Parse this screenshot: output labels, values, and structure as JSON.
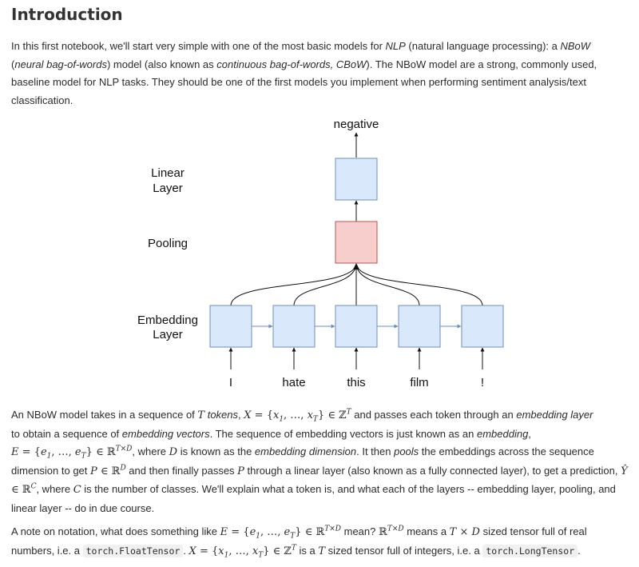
{
  "title": "Introduction",
  "intro": {
    "t1": "In this first notebook, we'll start very simple with one of the most basic models for ",
    "e1": "NLP",
    "t2": " (natural language processing): a ",
    "e2": "NBoW",
    "t3": " (",
    "e3": "neural bag-of-words",
    "t4": ") model (also known as ",
    "e4": "continuous bag-of-words, CBoW",
    "t5": "). The NBoW model are a strong, commonly used, baseline model for NLP tasks. They should be one of the first models you implement when performing sentiment analysis/text classification."
  },
  "diagram": {
    "output_label": "negative",
    "layer_labels": {
      "linear_1": "Linear",
      "linear_2": "Layer",
      "pooling": "Pooling",
      "embedding_1": "Embedding",
      "embedding_2": "Layer"
    },
    "tokens": [
      "I",
      "hate",
      "this",
      "film",
      "!"
    ],
    "colors": {
      "box_blue": "#dae8fc",
      "box_blue_border": "#6c8ebf",
      "box_red": "#f8cecc",
      "box_red_border": "#b85450"
    }
  },
  "para2": {
    "t1": "An NBoW model takes in a sequence of ",
    "e1": "tokens",
    "t2": " and passes each token through an ",
    "e2": "embedding layer",
    "t3": " to obtain a sequence of ",
    "e3": "embedding vectors",
    "t4": ". The sequence of embedding vectors is just known as an ",
    "e4": "embedding",
    "t5": ", where ",
    "t6": " is known as the ",
    "e5": "embedding dimension",
    "t7": ". It then ",
    "e6": "pools",
    "t8": " the embeddings across the sequence dimension to get ",
    "t9": " and then finally passes ",
    "t10": " through a linear layer (also known as a fully connected layer), to get a prediction, ",
    "t11": ", where ",
    "t12": " is the number of classes. We'll explain what a token is, and what each of the layers -- embedding layer, pooling, and linear layer -- do in due course."
  },
  "para3": {
    "t1": "A note on notation, what does something like ",
    "t2": " mean? ",
    "t3": " means a ",
    "t4": " sized tensor full of real numbers, i.e. a ",
    "code1": "torch.FloatTensor",
    "t5": ". ",
    "t6": " is a ",
    "t7": " sized tensor full of integers, i.e. a ",
    "code2": "torch.LongTensor",
    "t8": "."
  }
}
